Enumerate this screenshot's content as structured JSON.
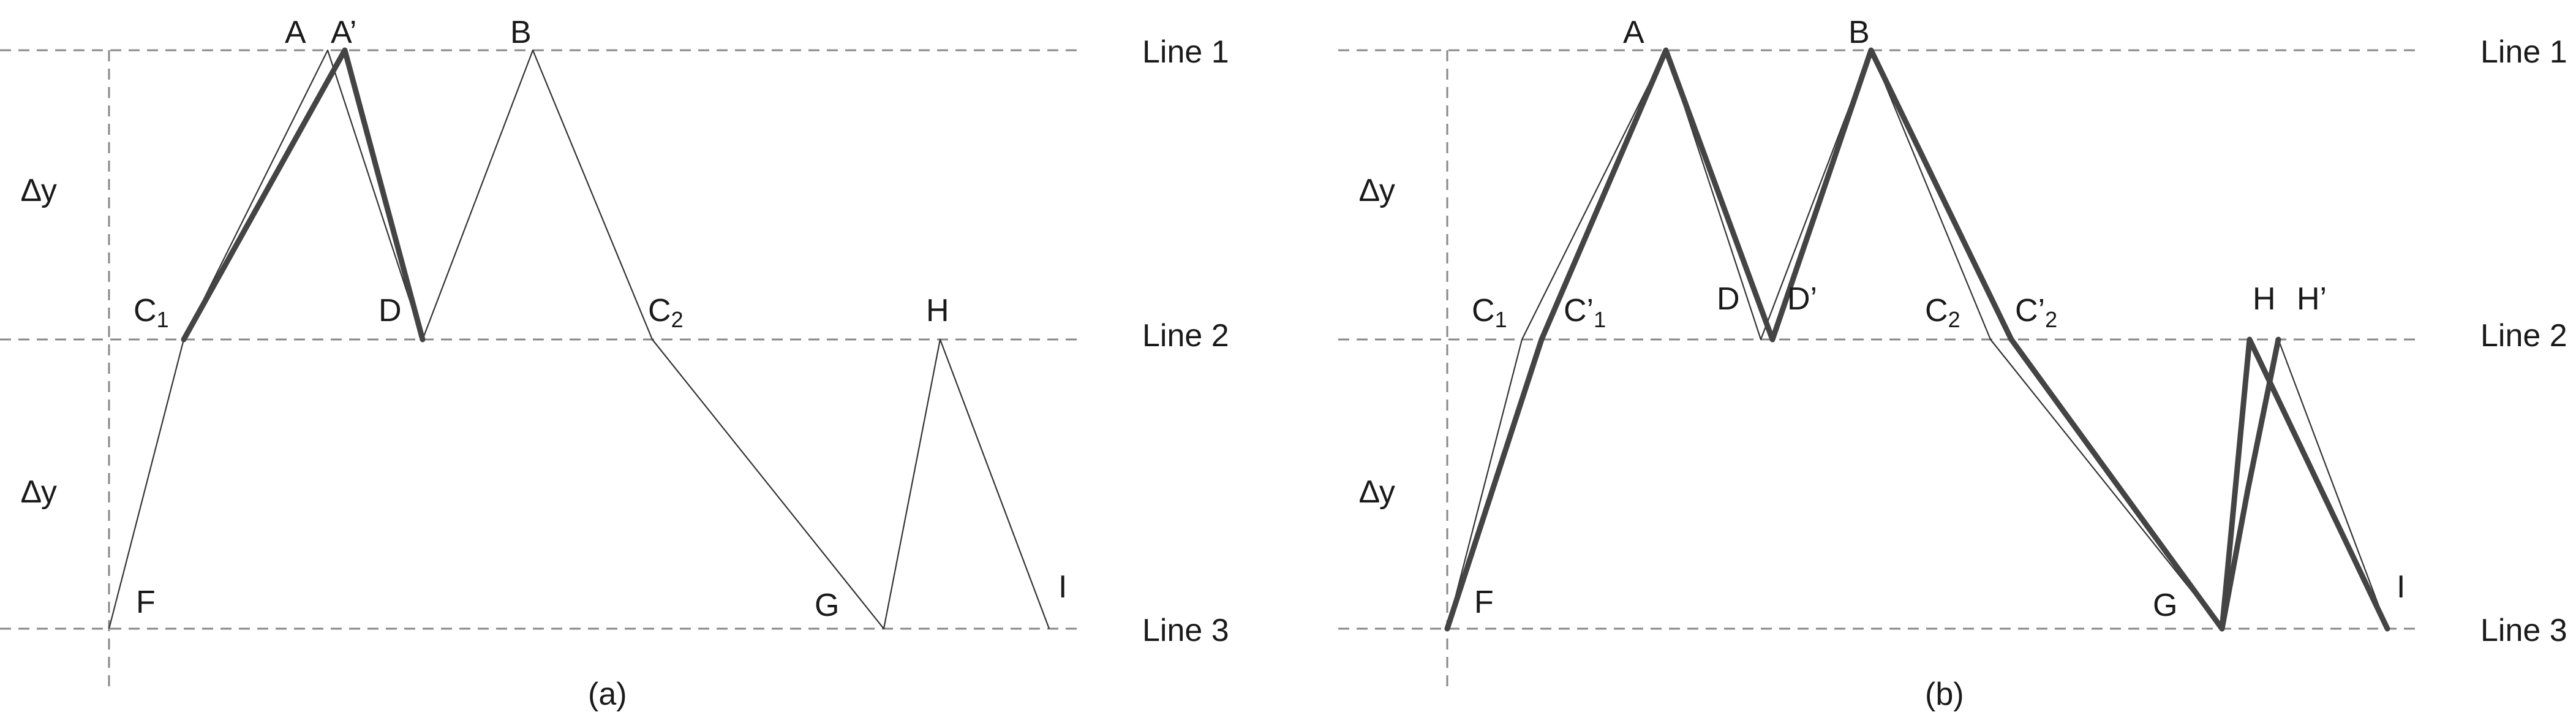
{
  "panels": [
    {
      "id": "a",
      "caption": "(a)",
      "delta_labels": [
        "∆y",
        "∆y"
      ],
      "line_labels": [
        "Line 1",
        "Line 2",
        "Line 3"
      ],
      "points": [
        {
          "id": "A",
          "main": "A",
          "sub": ""
        },
        {
          "id": "A1",
          "main": "A’",
          "sub": ""
        },
        {
          "id": "B",
          "main": "B",
          "sub": ""
        },
        {
          "id": "C1",
          "main": "C",
          "sub": "1"
        },
        {
          "id": "D",
          "main": "D",
          "sub": ""
        },
        {
          "id": "C2",
          "main": "C",
          "sub": "2"
        },
        {
          "id": "H",
          "main": "H",
          "sub": ""
        },
        {
          "id": "F",
          "main": "F",
          "sub": ""
        },
        {
          "id": "G",
          "main": "G",
          "sub": ""
        },
        {
          "id": "I",
          "main": "I",
          "sub": ""
        }
      ]
    },
    {
      "id": "b",
      "caption": "(b)",
      "delta_labels": [
        "∆y",
        "∆y"
      ],
      "line_labels": [
        "Line 1",
        "Line 2",
        "Line 3"
      ],
      "points": [
        {
          "id": "A",
          "main": "A",
          "sub": ""
        },
        {
          "id": "B",
          "main": "B",
          "sub": ""
        },
        {
          "id": "C1",
          "main": "C",
          "sub": "1"
        },
        {
          "id": "C1p",
          "main": "C’",
          "sub": "1"
        },
        {
          "id": "D",
          "main": "D",
          "sub": ""
        },
        {
          "id": "Dp",
          "main": "D’",
          "sub": ""
        },
        {
          "id": "C2",
          "main": "C",
          "sub": "2"
        },
        {
          "id": "C2p",
          "main": "C’",
          "sub": "2"
        },
        {
          "id": "H",
          "main": "H",
          "sub": ""
        },
        {
          "id": "Hp",
          "main": "H’",
          "sub": ""
        },
        {
          "id": "F",
          "main": "F",
          "sub": ""
        },
        {
          "id": "G",
          "main": "G",
          "sub": ""
        },
        {
          "id": "I",
          "main": "I",
          "sub": ""
        }
      ]
    }
  ]
}
